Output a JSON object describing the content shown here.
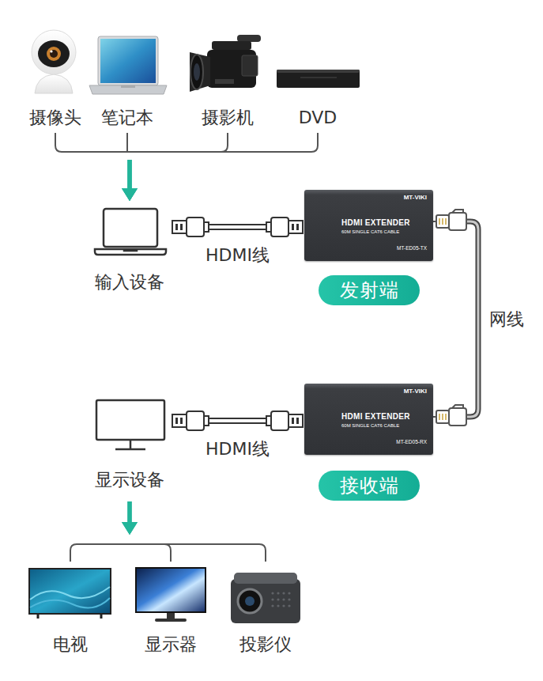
{
  "diagram": {
    "nodes": [
      {
        "text": [
          "摄像头"
        ]
      },
      {
        "text": [
          "笔记本"
        ]
      },
      {
        "text": [
          "摄影机"
        ]
      },
      {
        "text": [
          "DVD"
        ]
      },
      {
        "text": [
          "输入设备"
        ]
      },
      {
        "text": [
          "MT-VIKI",
          "HDMI EXTENDER",
          "60M SINGLE CAT6 CABLE",
          "MT-ED05-TX"
        ]
      },
      {
        "text": [
          "发射端"
        ]
      },
      {
        "text": [
          "显示设备"
        ]
      },
      {
        "text": [
          "MT-VIKI",
          "HDMI EXTENDER",
          "60M SINGLE CAT6 CABLE",
          "MT-ED05-RX"
        ]
      },
      {
        "text": [
          "接收端"
        ]
      },
      {
        "text": [
          "电视"
        ]
      },
      {
        "text": [
          "显示器"
        ]
      },
      {
        "text": [
          "投影仪"
        ]
      }
    ],
    "edges": [
      {
        "from": 0,
        "to": 4,
        "arrow": "to"
      },
      {
        "from": 1,
        "to": 4,
        "arrow": "to"
      },
      {
        "from": 2,
        "to": 4,
        "arrow": "to"
      },
      {
        "from": 3,
        "to": 4,
        "arrow": "to"
      },
      {
        "from": 4,
        "to": 5,
        "label": "HDMI线",
        "arrow": "none"
      },
      {
        "from": 5,
        "to": 8,
        "label": "网线",
        "arrow": "none"
      },
      {
        "from": 8,
        "to": 7,
        "label": "HDMI线",
        "arrow": "none"
      },
      {
        "from": 7,
        "to": 10,
        "arrow": "to"
      },
      {
        "from": 7,
        "to": 11,
        "arrow": "to"
      },
      {
        "from": 7,
        "to": 12,
        "arrow": "to"
      }
    ]
  }
}
